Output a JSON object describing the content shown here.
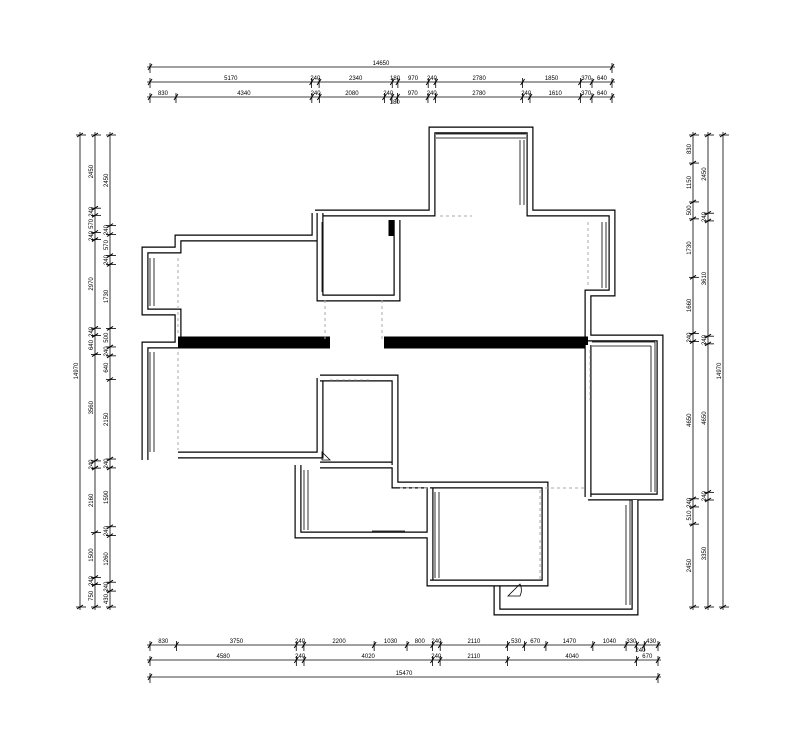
{
  "drawing": {
    "top": [
      [
        "14650"
      ],
      [
        "5170",
        "240",
        "2340",
        "180",
        "970",
        "240",
        "2780",
        "1850",
        "370",
        "640"
      ],
      [
        "830",
        "4340",
        "240",
        "2080",
        "240",
        "180",
        "970",
        "240",
        "2780",
        "240",
        "1610",
        "370",
        "640"
      ]
    ],
    "bottom": [
      [
        "830",
        "3750",
        "240",
        "2200",
        "1030",
        "800",
        "240",
        "2110",
        "530",
        "670",
        "1470",
        "1040",
        "330",
        "240",
        "430"
      ],
      [
        "4580",
        "240",
        "4020",
        "240",
        "2110",
        "4040",
        "670"
      ],
      [
        "15470"
      ]
    ],
    "left": [
      [
        "14970"
      ],
      [
        "2450",
        "240",
        "570",
        "240",
        "2970",
        "240",
        "640",
        "3560",
        "240",
        "2160",
        "1500",
        "240",
        "750"
      ],
      [
        "2450",
        "240",
        "570",
        "240",
        "1730",
        "500",
        "240",
        "640",
        "2150",
        "240",
        "1590",
        "240",
        "1260",
        "240",
        "430"
      ]
    ],
    "right": [
      [
        "830",
        "1150",
        "500",
        "1730",
        "1660",
        "240",
        "4650",
        "240",
        "510",
        "2450"
      ],
      [
        "2450",
        "240",
        "3610",
        "240",
        "4650",
        "240",
        "3350"
      ],
      [
        "14970"
      ]
    ]
  }
}
